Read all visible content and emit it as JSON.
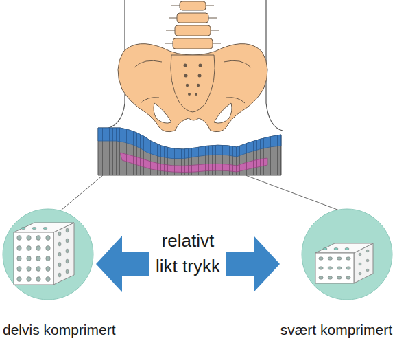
{
  "diagram": {
    "nodes": [
      {
        "text": [
          "delvis komprimert"
        ]
      },
      {
        "text": [
          "svært komprimert"
        ]
      }
    ],
    "labels": [
      "relativt likt trykk"
    ]
  }
}
